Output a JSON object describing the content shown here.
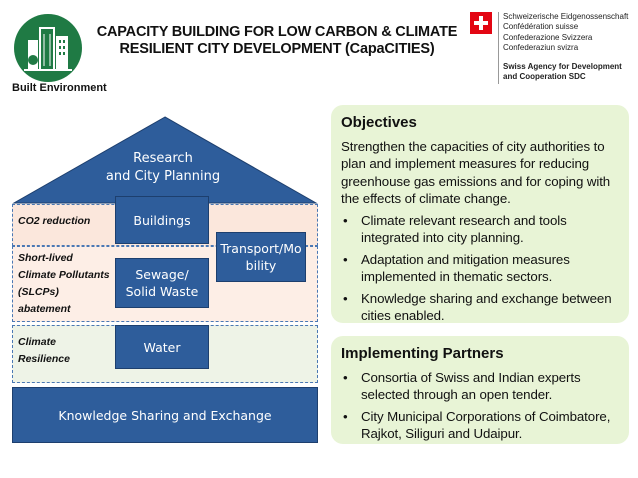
{
  "header": {
    "title_line1": "CAPACITY BUILDING FOR LOW CARBON & CLIMATE",
    "title_line2": "RESILIENT CITY DEVELOPMENT (CapaCITIES)",
    "logo_caption": "Built Environment",
    "logo_icon": "city-buildings-icon"
  },
  "swiss": {
    "flag_icon": "swiss-flag-icon",
    "names": [
      "Schweizerische Eidgenossenschaft",
      "Confédération suisse",
      "Confederazione Svizzera",
      "Confederaziun svizra"
    ],
    "agency_line1": "Swiss Agency for Development",
    "agency_line2": "and Cooperation SDC"
  },
  "diagram": {
    "roof_line1": "Research",
    "roof_line2": "and City Planning",
    "band_co2": "CO2 reduction",
    "band_slcp": [
      "Short-lived",
      "Climate Pollutants",
      "(SLCPs)",
      "abatement"
    ],
    "band_climate": [
      "Climate",
      "Resilience"
    ],
    "box_buildings": "Buildings",
    "box_sewage_line1": "Sewage/",
    "box_sewage_line2": "Solid Waste",
    "box_transport_line1": "Transport/Mo",
    "box_transport_line2": "bility",
    "box_water": "Water",
    "base": "Knowledge Sharing and Exchange"
  },
  "objectives": {
    "heading": "Objectives",
    "body": "Strengthen the capacities of city authorities to plan and implement measures for reducing greenhouse gas emissions and for coping with the effects of climate change.",
    "bullets": [
      "Climate relevant research and tools integrated into city planning.",
      "Adaptation and mitigation measures implemented in thematic sectors.",
      "Knowledge sharing and exchange between cities enabled."
    ]
  },
  "partners": {
    "heading": "Implementing Partners",
    "bullets": [
      "Consortia of Swiss and Indian experts selected through an open tender.",
      "City Municipal Corporations of Coimbatore, Rajkot, Siliguri and Udaipur."
    ]
  },
  "colors": {
    "brand_green": "#1f7a44",
    "diagram_blue": "#2e5d9b",
    "panel_green": "#e8f4d6",
    "swiss_red": "#e30613"
  }
}
